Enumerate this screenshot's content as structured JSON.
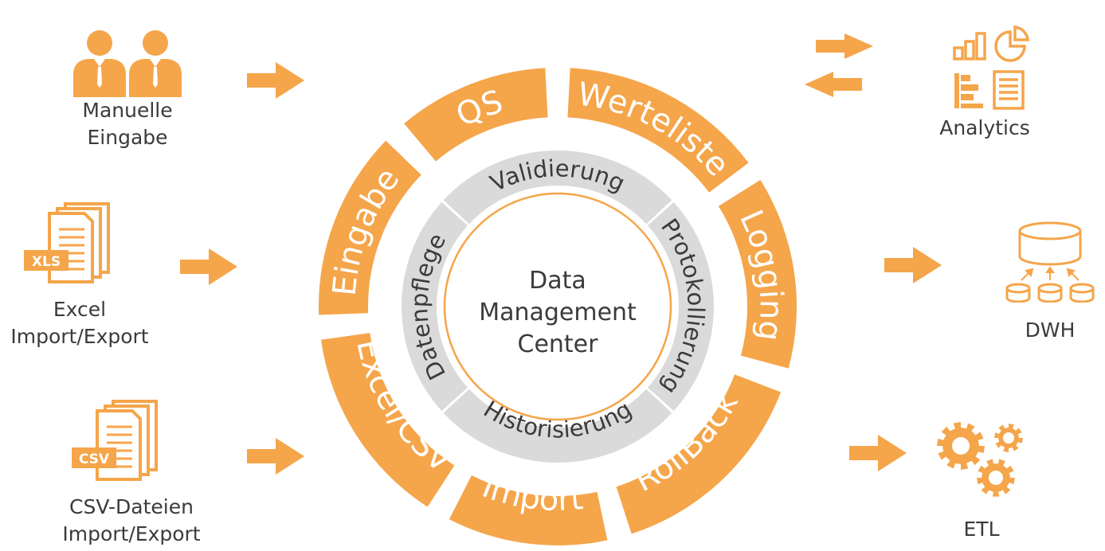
{
  "colors": {
    "orange": "#f5a54a",
    "gray": "#dadada",
    "text": "#3b3b3b",
    "ring": "#f5a54a"
  },
  "center": {
    "line1": "Data",
    "line2": "Management",
    "line3": "Center"
  },
  "outer_segments": [
    "QS",
    "Werteliste",
    "Logging",
    "RollBack",
    "Import",
    "Excel/CSV",
    "Eingabe"
  ],
  "inner_segments": [
    "Validierung",
    "Protokollierung",
    "Historisierung",
    "Datenpflege"
  ],
  "inputs": {
    "manual": {
      "line1": "Manuelle",
      "line2": "Eingabe",
      "icon": "users-icon"
    },
    "excel": {
      "line1": "Excel",
      "line2": "Import/Export",
      "badge": "XLS",
      "icon": "xls-file-icon"
    },
    "csv": {
      "line1": "CSV-Dateien",
      "line2": "Import/Export",
      "badge": "CSV",
      "icon": "csv-file-icon"
    }
  },
  "outputs": {
    "analytics": {
      "label": "Analytics",
      "icon": "analytics-icon"
    },
    "dwh": {
      "label": "DWH",
      "icon": "database-icon"
    },
    "etl": {
      "label": "ETL",
      "icon": "gears-icon"
    }
  }
}
